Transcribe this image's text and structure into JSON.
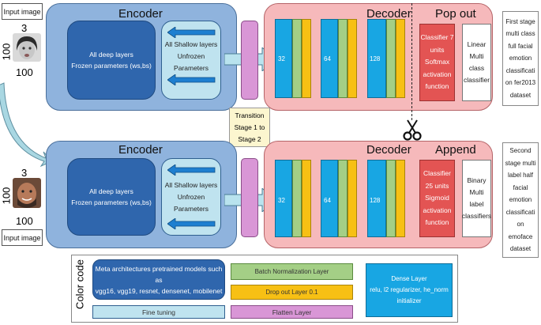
{
  "input_label_top": "Input image",
  "input_label_bottom": "Input image",
  "dims": {
    "top_channels": "3",
    "top_height": "100",
    "top_width": "100",
    "bottom_channels": "3",
    "bottom_height": "100",
    "bottom_width": "100"
  },
  "stage1": {
    "encoder_title": "Encoder",
    "deep_line1": "All deep layers",
    "deep_line2": "Frozen parameters (ws,bs)",
    "shallow_line1": "All Shallow layers",
    "shallow_line2": "Unfrozen",
    "shallow_line3": "Parameters",
    "decoder_title": "Decoder",
    "popout_title": "Pop out",
    "units": [
      "32",
      "64",
      "128"
    ],
    "classifier_lines": [
      "Classifier 7",
      "units",
      "Softmax",
      "activation",
      "function"
    ],
    "linear_lines": [
      "Linear",
      "Multi",
      "class",
      "classifier"
    ],
    "desc_lines": [
      "First stage",
      "multi class",
      "full facial",
      "emotion",
      "classificati",
      "on fer2013",
      "dataset"
    ]
  },
  "transition_lines": [
    "Transition",
    "Stage 1 to",
    "Stage 2"
  ],
  "stage2": {
    "encoder_title": "Encoder",
    "deep_line1": "All deep layers",
    "deep_line2": "Frozen parameters (ws,bs)",
    "shallow_line1": "All Shallow layers",
    "shallow_line2": "Unfrozen",
    "shallow_line3": "Parameters",
    "decoder_title": "Decoder",
    "append_title": "Append",
    "units": [
      "32",
      "64",
      "128"
    ],
    "classifier_lines": [
      "Classifier",
      "25 units",
      "Sigmoid",
      "activation",
      "function"
    ],
    "binary_lines": [
      "Binary",
      "Multi",
      "label",
      "classifiers"
    ],
    "desc_lines": [
      "Second",
      "stage multi",
      "label half",
      "facial",
      "emotion",
      "classificati",
      "on",
      "emoface",
      "dataset"
    ]
  },
  "legend": {
    "title": "Color code",
    "meta_line1": "Meta architectures pretrained models such as",
    "meta_line2": "vgg16, vgg19, resnet, densenet, mobilenet",
    "bn": "Batch Normalization Layer",
    "dropout": "Drop out Layer 0.1",
    "dense_line1": "Dense Layer",
    "dense_line2": "relu, l2 regularizer, he_norm",
    "dense_line3": "initializer",
    "fine_tuning": "Fine tuning",
    "flatten": "Flatten Layer"
  },
  "colors": {
    "encoder": "#8fb3dd",
    "decoder": "#f6b9bb",
    "deep": "#2f66ad",
    "shallow": "#bfe3ef",
    "flatten": "#d996d6",
    "dense": "#18a6e3",
    "batchnorm": "#a4cf86",
    "dropout": "#f7c014",
    "classifier": "#e35453"
  },
  "icons": [
    "scissors-icon",
    "left-arrow-icon",
    "right-arrow-icon",
    "curved-arrow-icon",
    "person-photo-icon"
  ]
}
